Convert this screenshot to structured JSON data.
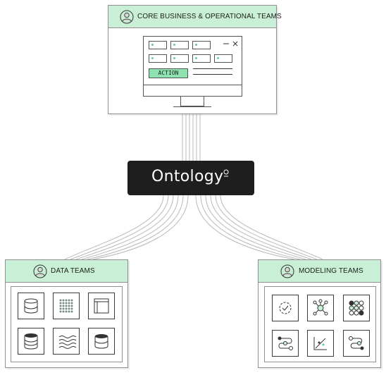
{
  "top_panel": {
    "title": "CORE BUSINESS & OPERATIONAL TEAMS",
    "icon": "user-avatar-icon",
    "screen": {
      "action_label": "ACTION",
      "window_controls": [
        "minimize-icon",
        "close-icon"
      ]
    }
  },
  "ontology": {
    "label": "Ontology",
    "icon": "ontology-symbol-icon"
  },
  "data_panel": {
    "title": "DATA TEAMS",
    "icon": "user-avatar-icon",
    "tiles": [
      "database-glass-icon",
      "grid-dots-icon",
      "table-layout-icon",
      "database-stack-icon",
      "waves-icon",
      "database-filled-icon"
    ]
  },
  "modeling_panel": {
    "title": "MODELING TEAMS",
    "icon": "user-avatar-icon",
    "tiles": [
      "gear-check-icon",
      "network-node-icon",
      "node-cluster-icon",
      "pipeline-flow-icon",
      "scatter-plot-icon",
      "branch-flow-icon"
    ]
  },
  "colors": {
    "header_green": "#c9f0d6",
    "accent_green": "#8fe3b0",
    "ontology_bg": "#1e1e1e"
  }
}
